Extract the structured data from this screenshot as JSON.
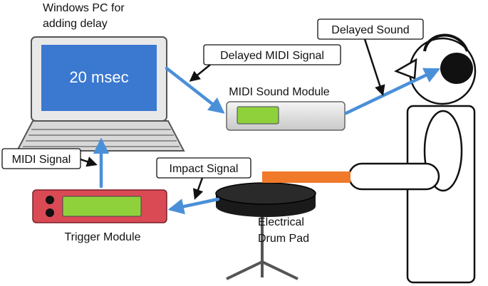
{
  "pc": {
    "title_line1": "Windows PC for",
    "title_line2": "adding delay",
    "screen_text": "20 msec"
  },
  "labels": {
    "delayed_midi_signal": "Delayed MIDI Signal",
    "midi_sound_module": "MIDI Sound Module",
    "delayed_sound": "Delayed Sound",
    "midi_signal": "MIDI Signal",
    "impact_signal": "Impact Signal",
    "trigger_module": "Trigger Module",
    "drum_pad_line1": "Electrical",
    "drum_pad_line2": "Drum Pad"
  },
  "colors": {
    "signal_arrow": "#4a90d9",
    "pc_screen": "#3b78d0",
    "display_green": "#8fd13a",
    "trigger_module": "#d94a55",
    "drumstick": "#f07a2a",
    "drum_pad": "#1a1a1a"
  }
}
